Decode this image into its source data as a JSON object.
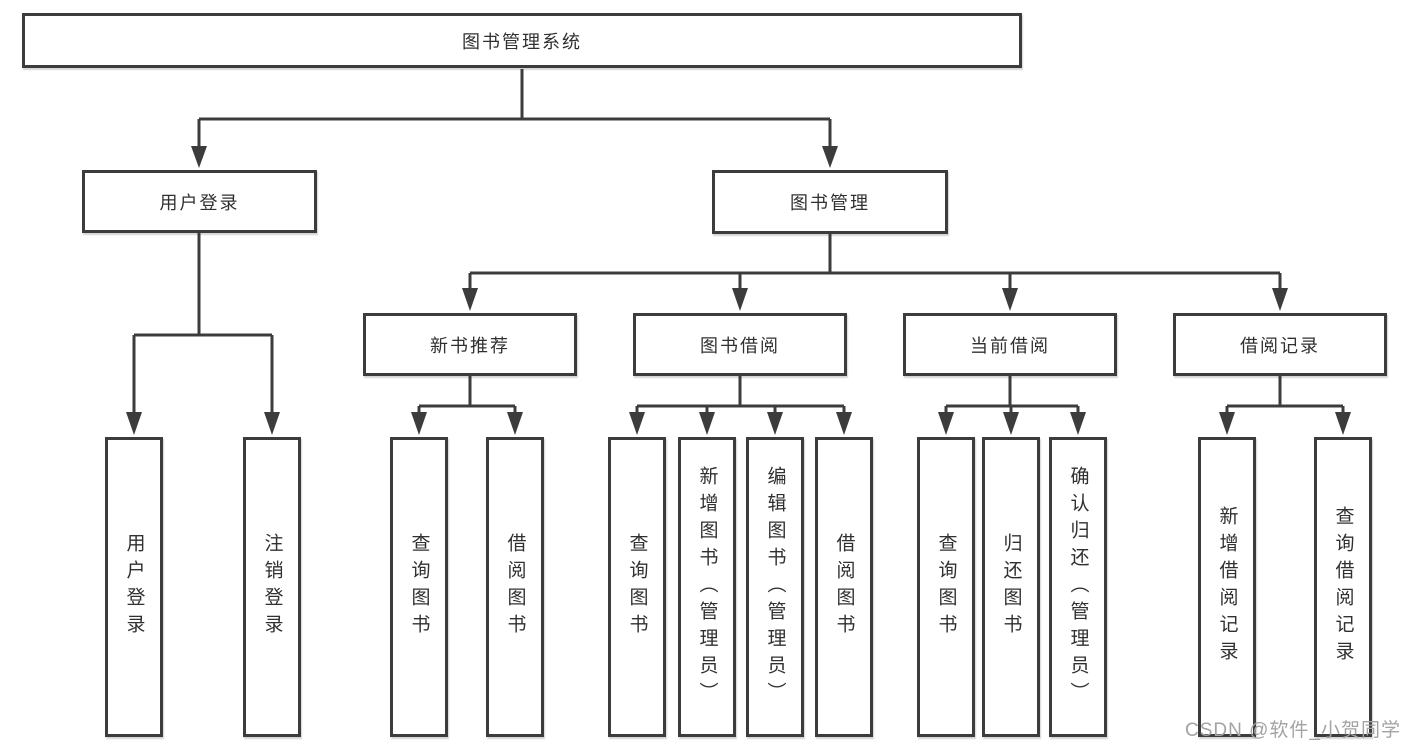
{
  "tree": {
    "root": {
      "label": "图书管理系统"
    },
    "branches": [
      {
        "label": "用户登录",
        "leaves": [
          {
            "label": "用户登录"
          },
          {
            "label": "注销登录"
          }
        ]
      },
      {
        "label": "图书管理",
        "sections": [
          {
            "label": "新书推荐",
            "leaves": [
              {
                "label": "查询图书"
              },
              {
                "label": "借阅图书"
              }
            ]
          },
          {
            "label": "图书借阅",
            "leaves": [
              {
                "label": "查询图书"
              },
              {
                "label": "新增图书（管理员）"
              },
              {
                "label": "编辑图书（管理员）"
              },
              {
                "label": "借阅图书"
              }
            ]
          },
          {
            "label": "当前借阅",
            "leaves": [
              {
                "label": "查询图书"
              },
              {
                "label": "归还图书"
              },
              {
                "label": "确认归还（管理员）"
              }
            ]
          },
          {
            "label": "借阅记录",
            "leaves": [
              {
                "label": "新增借阅记录"
              },
              {
                "label": "查询借阅记录"
              }
            ]
          }
        ]
      }
    ]
  },
  "watermark": {
    "text": "CSDN @软件_小贺同学"
  },
  "colors": {
    "line": "#3c3c3c",
    "text": "#303030",
    "box_background": "#ffffff",
    "watermark": "#a3a3a3"
  }
}
